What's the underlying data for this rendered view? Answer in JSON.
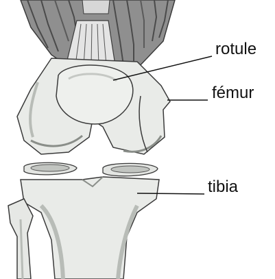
{
  "labels": {
    "rotule": "rotule",
    "femur": "fémur",
    "tibia": "tibia"
  },
  "colors": {
    "bone_fill": "#e9ebe8",
    "bone_shadow": "#b8bcb7",
    "outline": "#3a3a3a",
    "muscle_dark": "#4a4a4a",
    "muscle_light": "#9a9a9a",
    "leader_line": "#111111"
  }
}
